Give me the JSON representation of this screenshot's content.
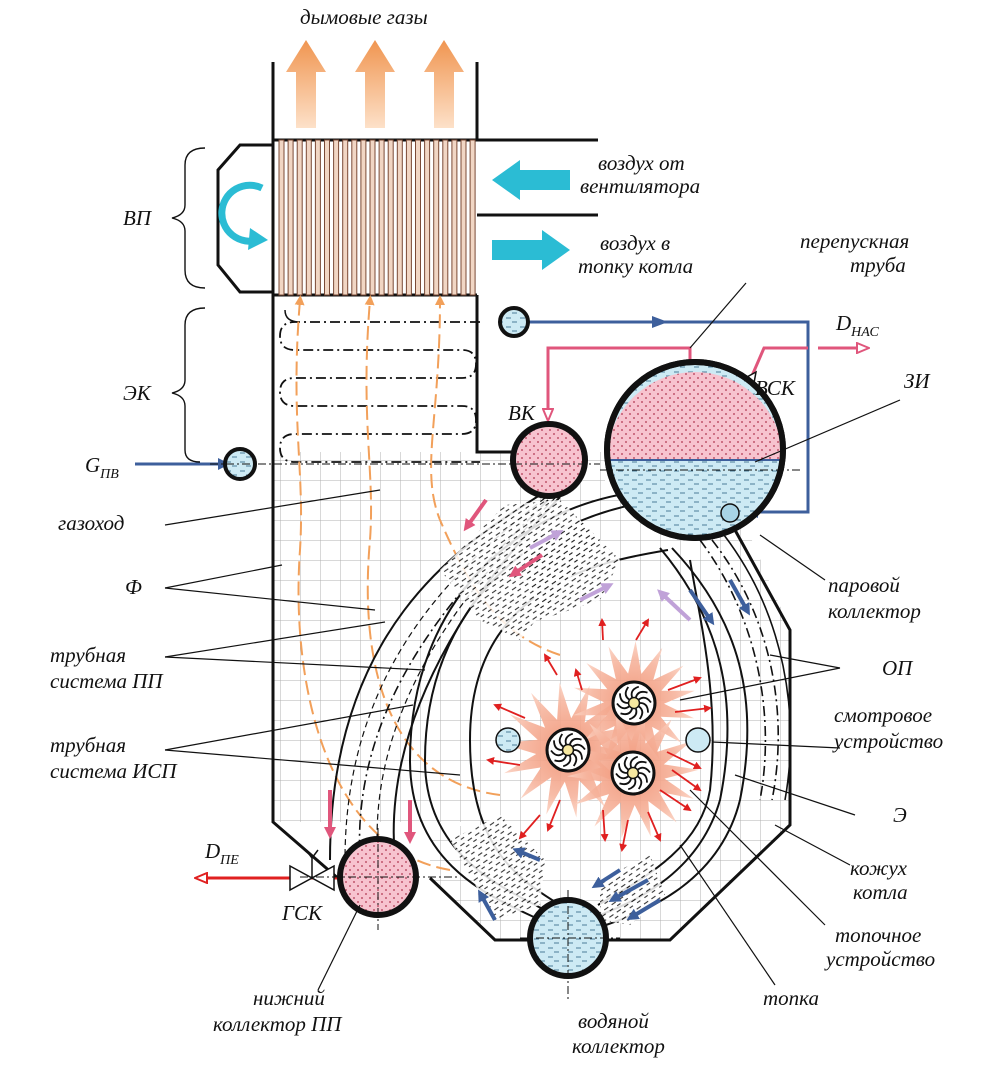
{
  "colors": {
    "flue_gas": "#f4a46a",
    "air": "#2bbcd4",
    "steam": "#e0567c",
    "feed_water": "#3d5f9c",
    "red_arrow": "#e02020",
    "lavender": "#c0a2d8",
    "orange_dash": "#f2a05a",
    "steam_fill": "#f7c3cf",
    "water_fill": "#cdeaf4",
    "grid": "#b0b0b0"
  },
  "labels": {
    "flue_gases": "дымовые газы",
    "air_from_fan_1": "воздух от",
    "air_from_fan_2": "вентилятора",
    "air_to_furnace_1": "воздух в",
    "air_to_furnace_2": "топку котла",
    "vp": "ВП",
    "ek": "ЭК",
    "g_main": "G",
    "g_sub": "ПВ",
    "bypass_pipe_1": "перепускная",
    "bypass_pipe_2": "труба",
    "d_nas_main": "D",
    "d_nas_sub": "НАС",
    "vsk": "ВСК",
    "zi": "ЗИ",
    "vk": "ВК",
    "gas_duct": "газоход",
    "f": "Ф",
    "tube_pp_1": "трубная",
    "tube_pp_2": "система ПП",
    "tube_isp_1": "трубная",
    "tube_isp_2": "система ИСП",
    "steam_collector_1": "паровой",
    "steam_collector_2": "коллектор",
    "op": "ОП",
    "viewing_1": "смотровое",
    "viewing_2": "устройство",
    "e": "Э",
    "casing_1": "кожух",
    "casing_2": "котла",
    "burner_1": "топочное",
    "burner_2": "устройство",
    "furnace": "топка",
    "d_pe_main": "D",
    "d_pe_sub": "ПЕ",
    "gsk": "ГСК",
    "lower_collector_1": "нижний",
    "lower_collector_2": "коллектор ПП",
    "water_collector_1": "водяной",
    "water_collector_2": "коллектор"
  }
}
